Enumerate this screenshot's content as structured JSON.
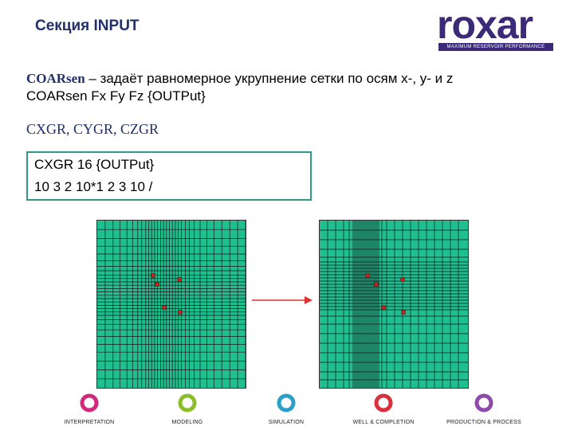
{
  "title": "Секция INPUT",
  "logo": {
    "name": "roxar",
    "tagline": "MAXIMUM RESERVOIR PERFORMANCE",
    "color": "#3a2a78"
  },
  "text": {
    "line1_keyword": "COARsen",
    "line1_rest": " – задаёт равномерное укрупнение сетки по осям x-, y- и z",
    "line2": "COARsen Fx  Fy  Fz {OUTPut}",
    "line3": "CXGR, CYGR, CZGR"
  },
  "code": {
    "line1": "CXGR 16 {OUTPut}",
    "line2": "10 3 2 10*1 2 3 10 /"
  },
  "colors": {
    "grid_fill": "#1fbf8f",
    "grid_line": "#1a1a1a",
    "marker": "#cc1f1f",
    "arrow": "#e03030",
    "box_border": "#2d9b86"
  },
  "footer": [
    {
      "label": "INTERPRETATION",
      "color": "#d0287a"
    },
    {
      "label": "MODELING",
      "color": "#8cbd2a"
    },
    {
      "label": "SIMULATION",
      "color": "#2a9fc8"
    },
    {
      "label": "WELL & COMPLETION",
      "color": "#d9303a"
    },
    {
      "label": "PRODUCTION & PROCESS",
      "color": "#8e4aa8"
    }
  ]
}
